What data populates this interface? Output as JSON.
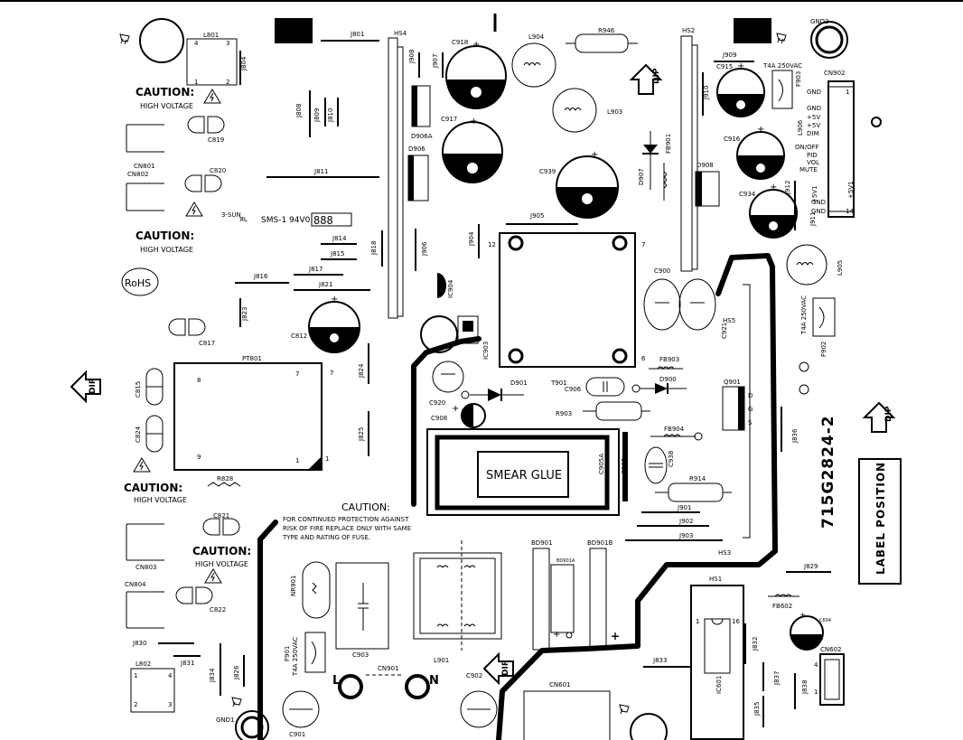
{
  "caution_blocks": [
    {
      "title": "CAUTION:",
      "sub": "HIGH VOLTAGE"
    },
    {
      "title": "CAUTION:",
      "sub": "HIGH VOLTAGE"
    },
    {
      "title": "CAUTION:",
      "sub": "HIGH VOLTAGE"
    },
    {
      "title": "CAUTION:",
      "sub": "HIGH VOLTAGE"
    }
  ],
  "fuse_warning": {
    "title": "CAUTION:",
    "lines": [
      "FOR CONTINUED PROTECTION AGAINST",
      "RISK OF FIRE REPLACE ONLY WITH SAME",
      "TYPE AND RATING OF FUSE."
    ]
  },
  "board_number": "715G2824-2",
  "label_position": "LABEL POSITION",
  "smear_glue": "SMEAR GLUE",
  "rohs": "RoHS",
  "sms_mark": "SMS-1 94V0",
  "sun_mark": "3-SUN",
  "ul_mark": "ЯL",
  "date_code": "888",
  "dip": "DIP",
  "fuse_rating": "T4A 250VAC",
  "connector_pins": [
    "GND",
    "GND",
    "+5V",
    "+5V",
    "DIM",
    "ON/OFF",
    "PID",
    "VOL",
    "MUTE"
  ],
  "line_l": "L",
  "line_n": "N",
  "refdes": {
    "L801": "L801",
    "J801": "J801",
    "J804": "J804",
    "HS4": "HS4",
    "J908": "J908",
    "J907": "J907",
    "C918": "C918",
    "L904": "L904",
    "R946": "R946",
    "HS2": "HS2",
    "J909": "J909",
    "GND2": "GND2",
    "CN902": "CN902",
    "C915": "C915",
    "F903": "F903",
    "J910": "J910",
    "L903": "L903",
    "C917": "C917",
    "D906A": "D906A",
    "D906": "D906",
    "J808": "J808",
    "J809": "J809",
    "J810": "J810",
    "C819": "C819",
    "CN801": "CN801",
    "CN802": "CN802",
    "C820": "C820",
    "J811": "J811",
    "FB901": "FB901",
    "D907": "D907",
    "D908": "D908",
    "C939": "C939",
    "C916": "C916",
    "L906": "L906",
    "C934": "C934",
    "J912": "J912",
    "J911": "J911",
    "J905": "J905",
    "J904": "J904",
    "J814": "J814",
    "J815": "J815",
    "J818": "J818",
    "J906": "J906",
    "L905": "L905",
    "J817": "J817",
    "J816": "J816",
    "J821": "J821",
    "IC904": "IC904",
    "C900": "C900",
    "J823": "J823",
    "C812": "C812",
    "IC903": "IC903",
    "C921": "C921",
    "HS5": "HS5",
    "F902": "F902",
    "C817": "C817",
    "PT801": "PT801",
    "J824": "J824",
    "FB903": "FB903",
    "D900": "D900",
    "T901": "T901",
    "C906": "C906",
    "D901": "D901",
    "C815": "C815",
    "C920": "C920",
    "Q901": "Q901",
    "C824": "C824",
    "R903": "R903",
    "C908": "C908",
    "J825": "J825",
    "FB904": "FB904",
    "J836": "J836",
    "C905A": "C905A",
    "C905": "C905",
    "C938": "C938",
    "R828": "R828",
    "R914": "R914",
    "J901": "J901",
    "C821": "C821",
    "J902": "J902",
    "J903": "J903",
    "HS3": "HS3",
    "CN803": "CN803",
    "BD901": "BD901",
    "BD901A": "BD901A",
    "BD901B": "BD901B",
    "J829": "J829",
    "NR901": "NR901",
    "CN804": "CN804",
    "C822": "C822",
    "HS1": "HS1",
    "FB602": "FB602",
    "C604": "C604",
    "J830": "J830",
    "F901": "F901",
    "C903": "C903",
    "L901": "L901",
    "J832": "J832",
    "CN602": "CN602",
    "L802": "L802",
    "J831": "J831",
    "J834": "J834",
    "J826": "J826",
    "CN901": "CN901",
    "C902": "C902",
    "J833": "J833",
    "J837": "J837",
    "IC601": "IC601",
    "J838": "J838",
    "GND1": "GND1",
    "C901": "C901",
    "CN601": "CN601",
    "J835": "J835"
  }
}
